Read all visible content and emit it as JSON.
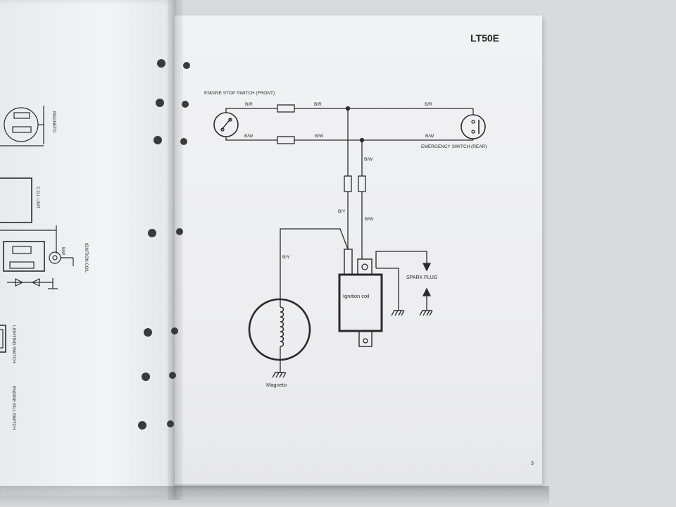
{
  "right_page": {
    "model_code": "LT50E",
    "page_number": "3",
    "labels": {
      "engine_stop_switch": "ENGINE STOP SWITCH (FRONT)",
      "emergency_switch": "EMERGENCY SWITCH (REAR)",
      "spark_plug": "SPARK PLUG",
      "ignition_coil": "Ignition coil",
      "magneto": "Magneto"
    },
    "wire_labels": {
      "br_left": "B/R",
      "br_mid": "B/R",
      "br_right": "B/R",
      "bw_left": "B/W",
      "bw_mid": "B/W",
      "bw_right": "B/W",
      "bw_drop_top": "B/W",
      "by_vertical": "B/Y",
      "bw_vertical": "B/W",
      "by_magneto": "B/Y"
    }
  },
  "left_page": {
    "labels": {
      "magneto": "MAGNETO",
      "cdi_unit": "C.D.I. UNIT",
      "ignition_coil": "IGNITION COIL",
      "lighting_switch": "LIGHTING SWITCH",
      "engine_kill_switch": "ENGINE KILL SWITCH",
      "bw_wire": "B/W"
    }
  },
  "colors": {
    "ink": "#2a2a2a",
    "paper": "#eeeff1"
  }
}
